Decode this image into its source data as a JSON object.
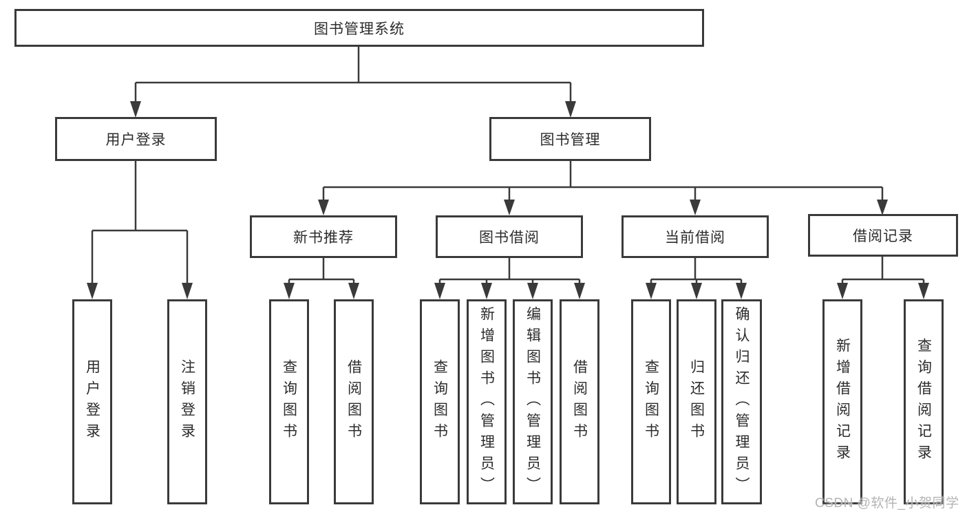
{
  "colors": {
    "line": "#3a3a3a",
    "text": "#2c2c2c",
    "background": "#ffffff",
    "watermark": "#b4b4b4"
  },
  "diagram": {
    "title": "图书管理系统",
    "level2": {
      "user_login": {
        "label": "用户登录",
        "children": [
          "用户登录",
          "注销登录"
        ]
      },
      "book_management": {
        "label": "图书管理"
      }
    },
    "level3": {
      "new_book_recommend": {
        "label": "新书推荐",
        "children": [
          "查询图书",
          "借阅图书"
        ]
      },
      "book_borrowing": {
        "label": "图书借阅",
        "children": [
          "查询图书",
          "新增图书（管理员）",
          "编辑图书（管理员）",
          "借阅图书"
        ]
      },
      "current_borrowing": {
        "label": "当前借阅",
        "children": [
          "查询图书",
          "归还图书",
          "确认归还（管理员）"
        ]
      },
      "borrowing_records": {
        "label": "借阅记录",
        "children": [
          "新增借阅记录",
          "查询借阅记录"
        ]
      }
    }
  },
  "watermark": {
    "text": "CSDN @软件_小贺同学"
  }
}
